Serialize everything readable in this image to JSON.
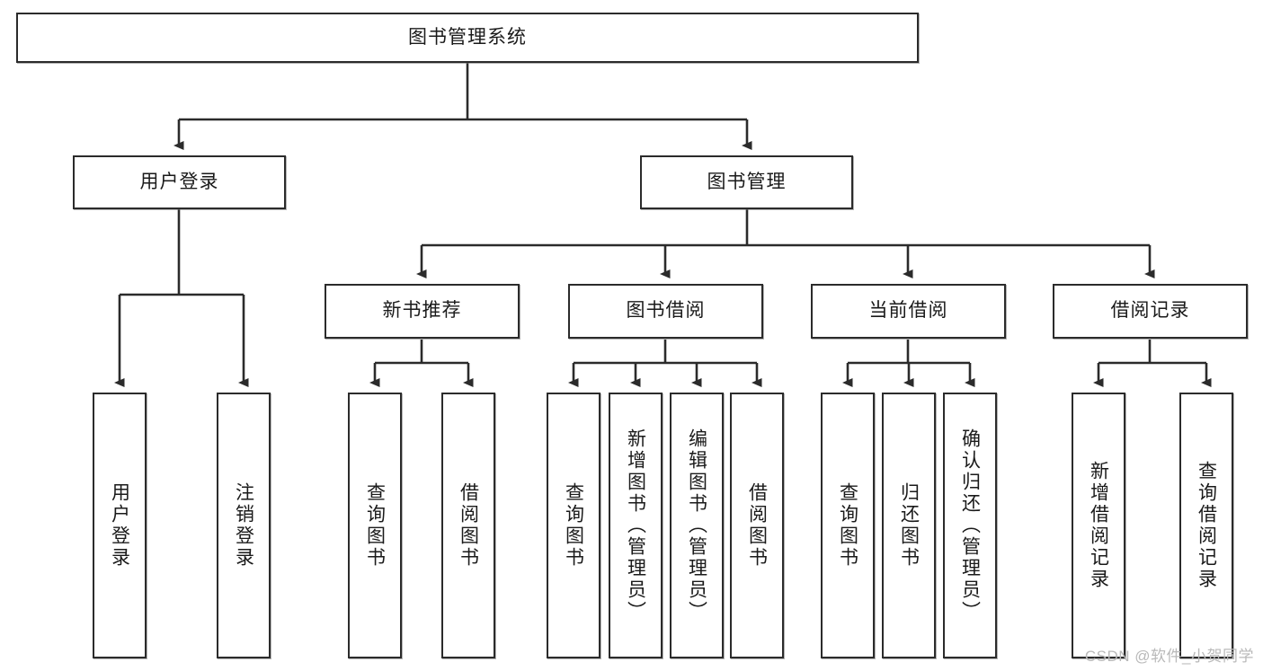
{
  "diagram": {
    "type": "tree-hierarchy",
    "title": "图书管理系统",
    "watermark": "CSDN @软件_小贺同学",
    "colors": {
      "box_border": "#2b2b2b",
      "box_fill": "#ffffff",
      "connector": "#2b2b2b",
      "text": "#1a1a1a",
      "watermark": "#b9b9b9"
    },
    "levels": {
      "root": {
        "label": "图书管理系统"
      },
      "level2": [
        {
          "label": "用户登录"
        },
        {
          "label": "图书管理"
        }
      ],
      "level3": [
        {
          "label": "新书推荐"
        },
        {
          "label": "图书借阅"
        },
        {
          "label": "当前借阅"
        },
        {
          "label": "借阅记录"
        }
      ]
    },
    "leaves": {
      "user_login": [
        {
          "label": "用户登录"
        },
        {
          "label": "注销登录"
        }
      ],
      "new_book_recommend": [
        {
          "label": "查询图书"
        },
        {
          "label": "借阅图书"
        }
      ],
      "book_borrow": [
        {
          "label": "查询图书"
        },
        {
          "label": "新增图书（管理员）"
        },
        {
          "label": "编辑图书（管理员）"
        },
        {
          "label": "借阅图书"
        }
      ],
      "current_borrow": [
        {
          "label": "查询图书"
        },
        {
          "label": "归还图书"
        },
        {
          "label": "确认归还（管理员）"
        }
      ],
      "borrow_record": [
        {
          "label": "新增借阅记录"
        },
        {
          "label": "查询借阅记录"
        }
      ]
    }
  }
}
